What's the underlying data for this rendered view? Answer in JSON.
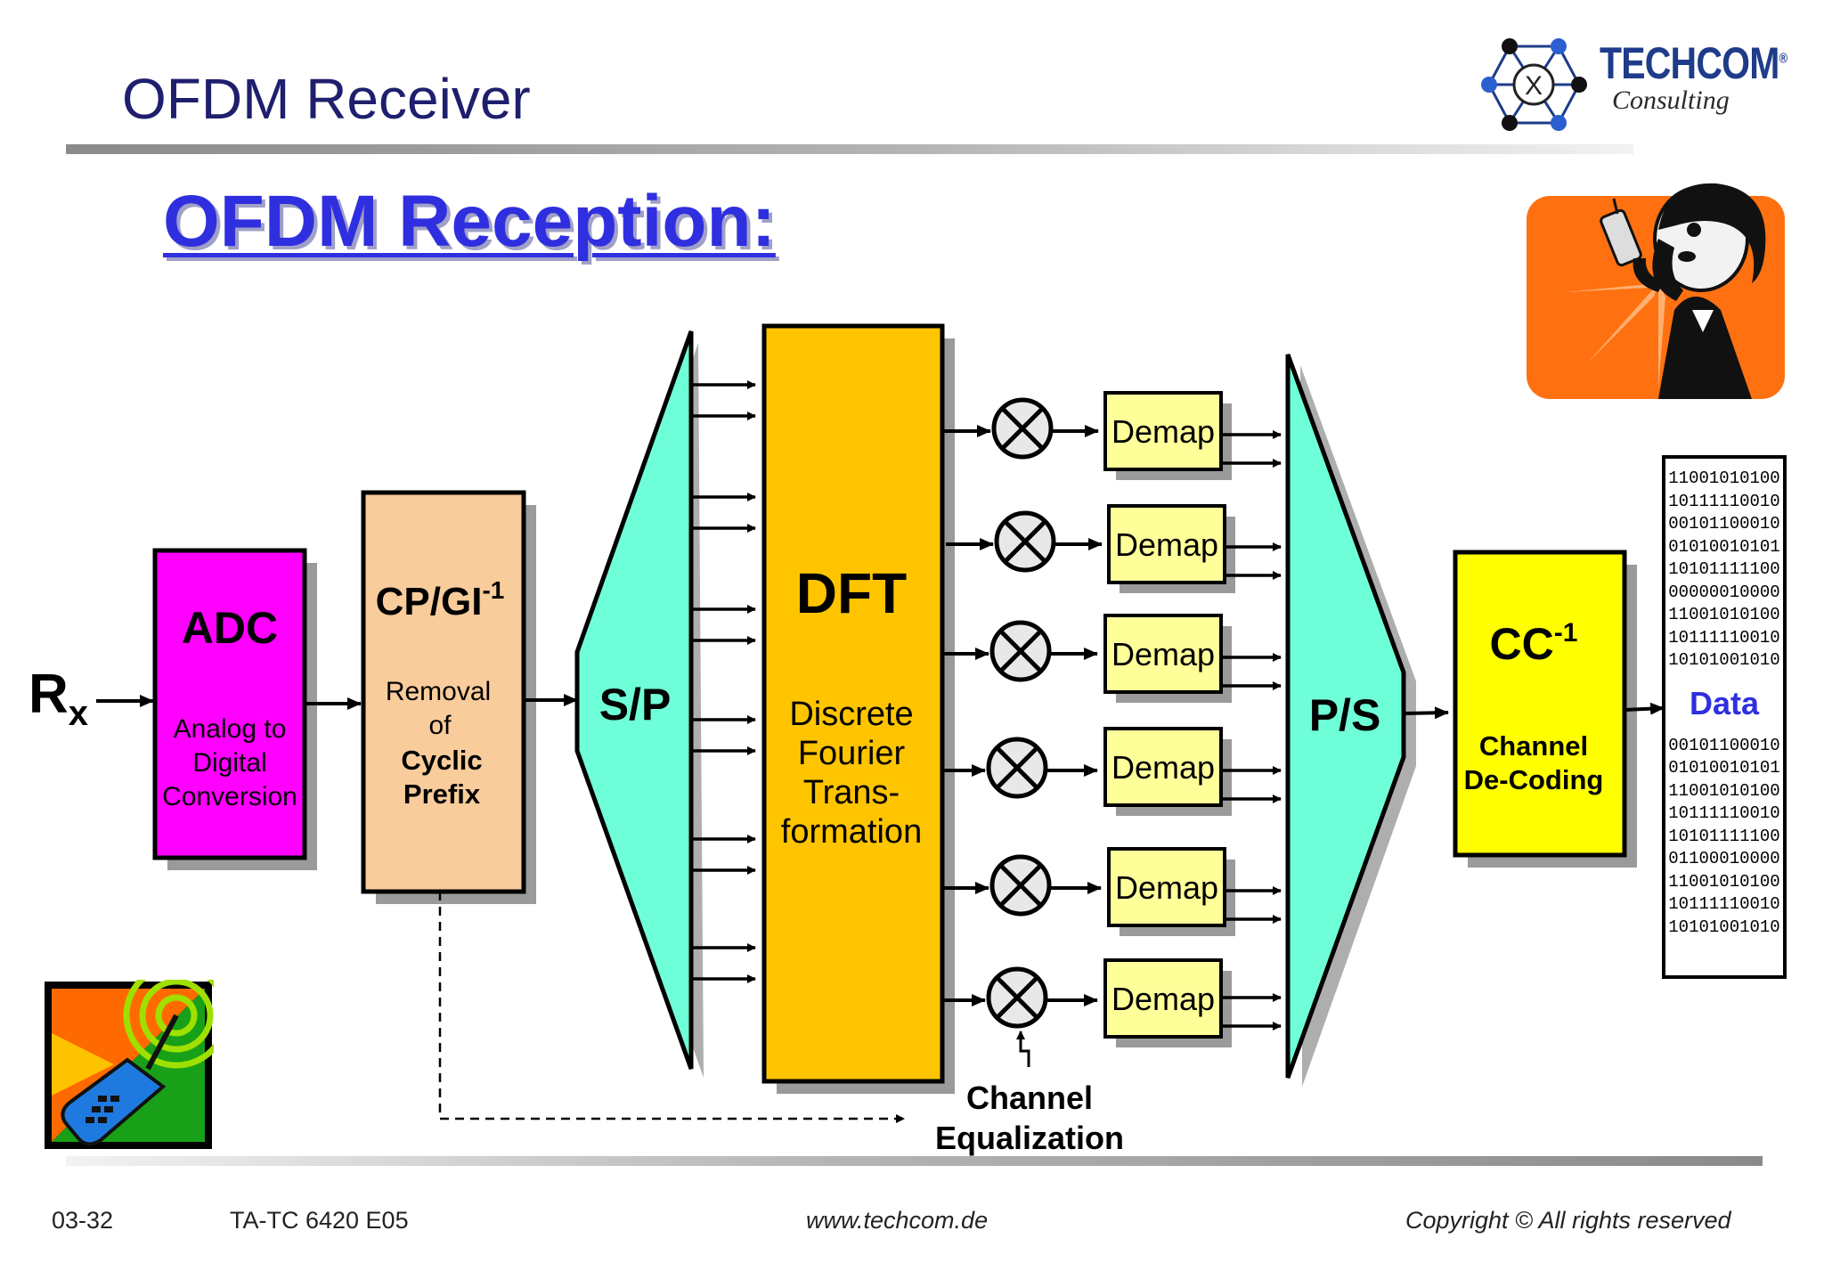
{
  "slide": {
    "title": "OFDM Receiver",
    "section_title": "OFDM Reception:"
  },
  "logo": {
    "name": "TECHCOM",
    "registered": "®",
    "subtitle": "Consulting"
  },
  "diagram": {
    "input_label": "R",
    "input_subscript": "x",
    "adc": {
      "title": "ADC",
      "lines": [
        "Analog to",
        "Digital",
        "Conversion"
      ]
    },
    "cpgi": {
      "title": "CP/GI",
      "superscript": "-1",
      "lines": [
        "Removal",
        "of",
        "Cyclic",
        "Prefix"
      ]
    },
    "sp": {
      "label": "S/P"
    },
    "dft": {
      "title": "DFT",
      "lines": [
        "Discrete",
        "Fourier",
        "Trans-",
        "formation"
      ]
    },
    "demap": {
      "labels": [
        "Demap",
        "Demap",
        "Demap",
        "Demap",
        "Demap",
        "Demap"
      ]
    },
    "ps": {
      "label": "P/S"
    },
    "cc": {
      "title": "CC",
      "superscript": "-1",
      "lines": [
        "Channel",
        "De-Coding"
      ]
    },
    "channel_equalization": [
      "Channel",
      "Equalization"
    ],
    "data_label": "Data"
  },
  "data_bits": {
    "top": [
      "11001010100",
      "10111110010",
      "00101100010",
      "01010010101",
      "10101111100",
      "00000010000",
      "11001010100",
      "10111110010",
      "10101001010"
    ],
    "bottom": [
      "00101100010",
      "01010010101",
      "11001010100",
      "10111110010",
      "10101111100",
      "01100010000",
      "11001010100",
      "10111110010",
      "10101001010"
    ]
  },
  "footer": {
    "page": "03-32",
    "code": "TA-TC 6420 E05",
    "url": "www.techcom.de",
    "copyright": "Copyright ©  All rights reserved"
  },
  "colors": {
    "adc": "#ff00ff",
    "cpgi": "#f9cc9b",
    "sp_ps": "#6fffd8",
    "dft": "#ffc400",
    "demap": "#ffff99",
    "cc": "#ffff00",
    "section_title": "#2f2fe0",
    "data_label": "#2f2fe0"
  },
  "icons": {
    "logo": "network-node-icon",
    "person": "woman-on-phone-icon",
    "phone": "ringing-cellphone-icon"
  }
}
